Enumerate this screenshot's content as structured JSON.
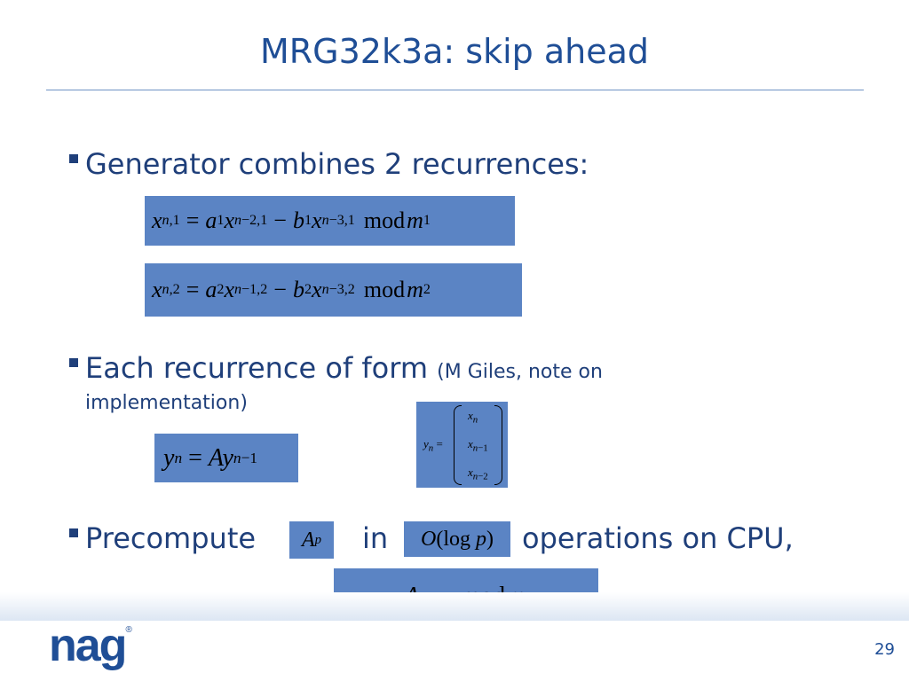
{
  "slide": {
    "title": "MRG32k3a: skip ahead",
    "page_number": "29"
  },
  "bullets": {
    "b1": "Generator combines 2 recurrences:",
    "b2_main": "Each recurrence of form ",
    "b2_note": "(M Giles, note on",
    "b2_note_cont": "implementation)",
    "b3_a": "Precompute",
    "b3_in": "in",
    "b3_b": "operations on CPU,"
  },
  "equations": {
    "mod": "mod",
    "eq": "=",
    "minus": "−",
    "log": "log"
  },
  "logo": {
    "text": "nag",
    "mark": "®"
  },
  "colors": {
    "text": "#1f3f7a",
    "title": "#1f4e96",
    "equation_bg": "#5b84c4"
  }
}
